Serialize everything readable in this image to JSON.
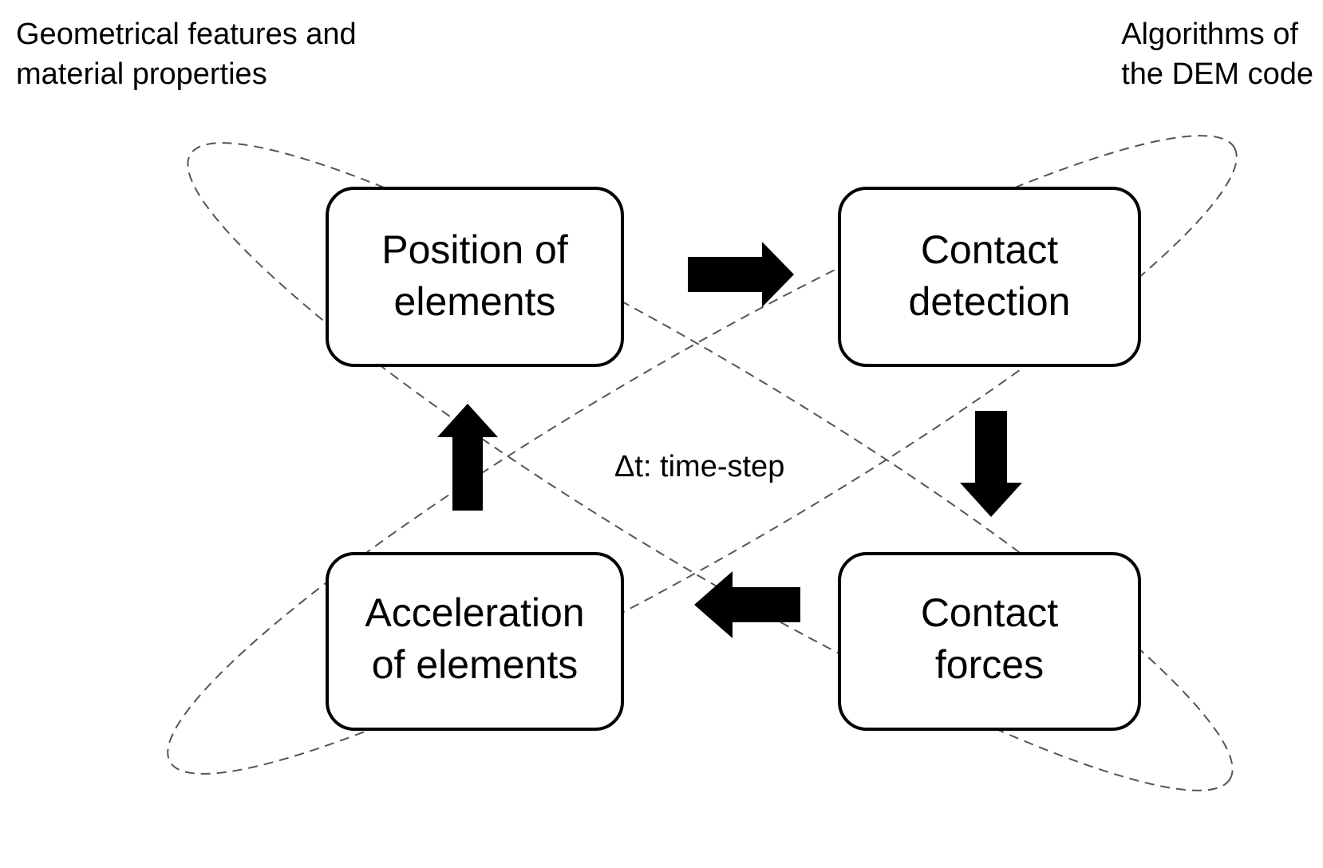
{
  "labels": {
    "top_left": [
      "Geometrical features and",
      "material properties"
    ],
    "top_right": [
      "Algorithms of",
      "the DEM code"
    ],
    "center": "Δt: time-step"
  },
  "boxes": {
    "position": [
      "Position of",
      "elements"
    ],
    "contact_detection": [
      "Contact",
      "detection"
    ],
    "contact_forces": [
      "Contact",
      "forces"
    ],
    "acceleration": [
      "Acceleration",
      "of elements"
    ]
  },
  "cycle_order": [
    "position",
    "contact_detection",
    "contact_forces",
    "acceleration"
  ],
  "colors": {
    "stroke": "#000000",
    "dashed_outline": "#555555",
    "background": "#ffffff"
  }
}
